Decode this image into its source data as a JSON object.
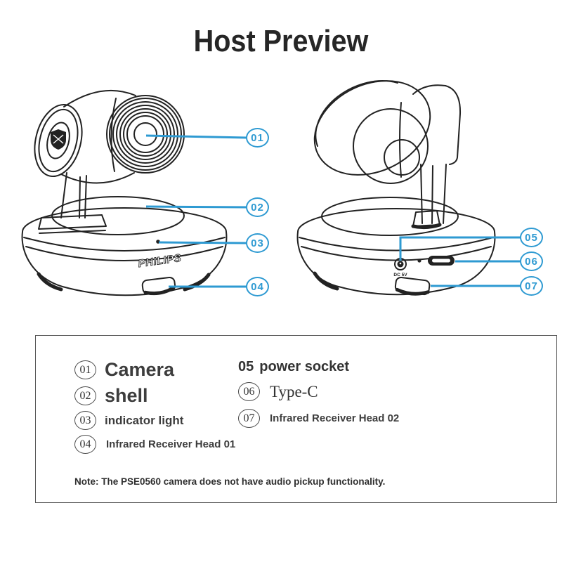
{
  "title": "Host Preview",
  "colors": {
    "accent": "#2E9AD2",
    "ink": "#222222",
    "legend_text": "#3B3B3B"
  },
  "callouts": [
    {
      "label": "01"
    },
    {
      "label": "02"
    },
    {
      "label": "03"
    },
    {
      "label": "04"
    },
    {
      "label": "05"
    },
    {
      "label": "06"
    },
    {
      "label": "07"
    }
  ],
  "diagram": {
    "brand_logo": "PHILIPS",
    "power_port_label": "DC 5V"
  },
  "legend": {
    "items_left": [
      {
        "num": "01",
        "label": "Camera"
      },
      {
        "num": "02",
        "label": "shell"
      },
      {
        "num": "03",
        "label": "indicator light"
      },
      {
        "num": "04",
        "label": "Infrared Receiver Head 01"
      }
    ],
    "items_right": [
      {
        "num": "05",
        "label": "power socket"
      },
      {
        "num": "06",
        "label": "Type-C"
      },
      {
        "num": "07",
        "label": "Infrared Receiver Head 02"
      }
    ],
    "note": "Note: The PSE0560 camera does not have audio pickup functionality."
  }
}
